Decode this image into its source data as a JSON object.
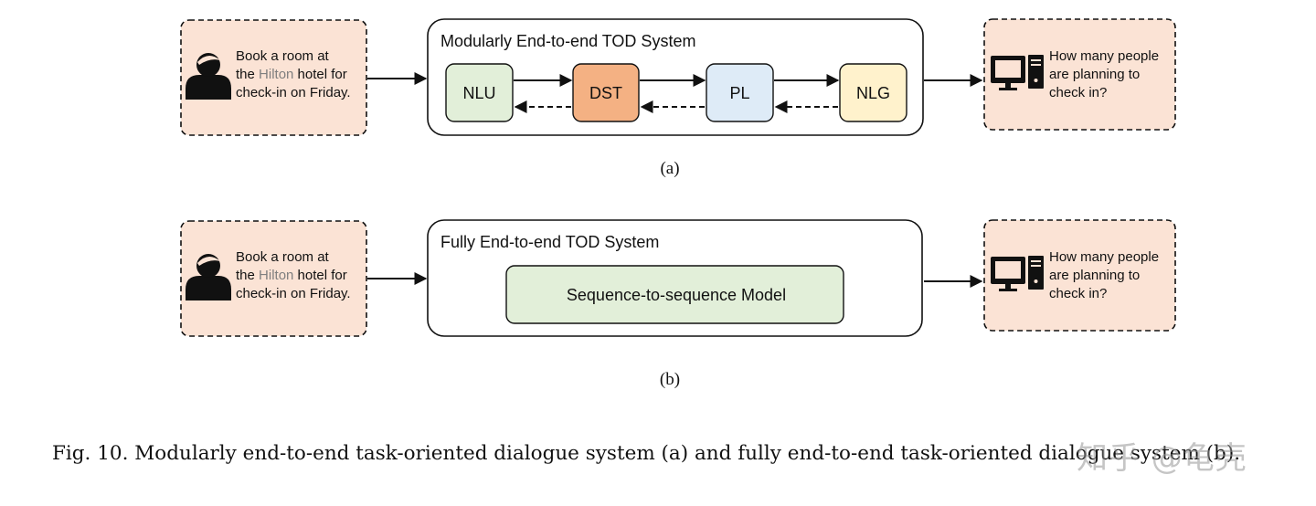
{
  "colors": {
    "peach": "#fbe3d5",
    "nlu": "#e2efd9",
    "dst": "#f4b183",
    "pl": "#deebf7",
    "nlg": "#fff2cc",
    "seq": "#e2efd9",
    "hilton": "#7f7f7f"
  },
  "panel_a": {
    "user_text": {
      "line1": "Book a room at",
      "line2_prefix": "the ",
      "hilton": "Hilton",
      "line2_suffix": " hotel for",
      "line3": "check-in on Friday."
    },
    "system_title": "Modularly End-to-end TOD System",
    "modules": {
      "nlu": "NLU",
      "dst": "DST",
      "pl": "PL",
      "nlg": "NLG"
    },
    "response": {
      "line1": "How many people",
      "line2": "are planning to",
      "line3": "check in?"
    },
    "label": "(a)",
    "icons": {
      "user": "person-icon",
      "system": "computer-icon"
    }
  },
  "panel_b": {
    "user_text": {
      "line1": "Book a room at",
      "line2_prefix": "the ",
      "hilton": "Hilton",
      "line2_suffix": " hotel for",
      "line3": "check-in on Friday."
    },
    "system_title": "Fully End-to-end TOD System",
    "model": "Sequence-to-sequence Model",
    "response": {
      "line1": "How many people",
      "line2": "are planning to",
      "line3": "check in?"
    },
    "label": "(b)",
    "icons": {
      "user": "person-icon",
      "system": "computer-icon"
    }
  },
  "caption": "Fig. 10.  Modularly end-to-end task-oriented dialogue system (a) and fully end-to-end task-oriented dialogue system (b).",
  "watermark": "知乎 @龟壳"
}
